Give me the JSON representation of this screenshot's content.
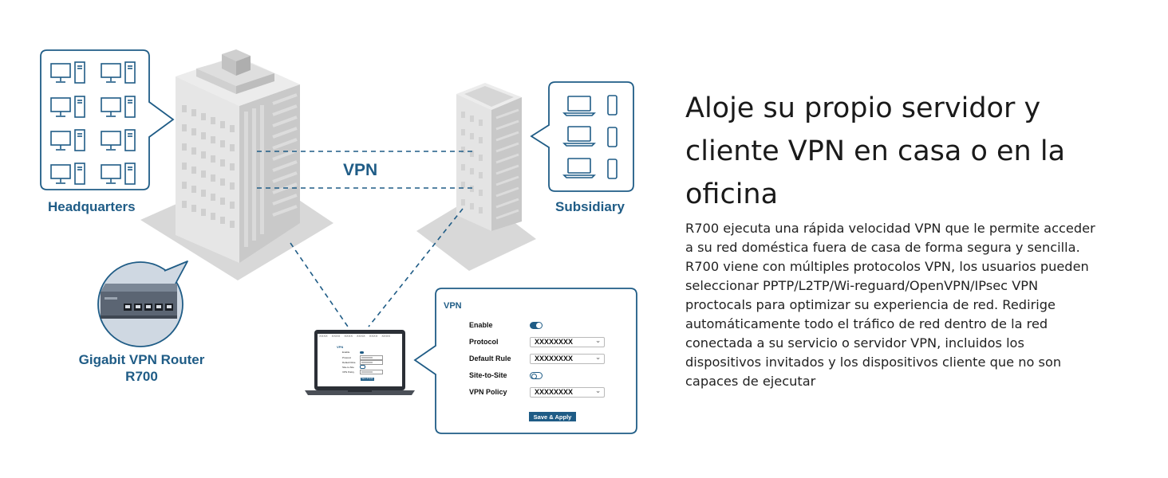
{
  "diagram": {
    "headquarters_label": "Headquarters",
    "subsidiary_label": "Subsidiary",
    "vpn_label": "VPN",
    "router_label_line1": "Gigabit VPN Router",
    "router_label_line2": "R700"
  },
  "vpn_panel": {
    "title": "VPN",
    "rows": [
      {
        "label": "Enable",
        "control": "toggle",
        "state": "on"
      },
      {
        "label": "Protocol",
        "control": "select",
        "value": "XXXXXXXX"
      },
      {
        "label": "Default Rule",
        "control": "select",
        "value": "XXXXXXXX"
      },
      {
        "label": "Site-to-Site",
        "control": "toggle",
        "state": "off"
      },
      {
        "label": "VPN Policy",
        "control": "select",
        "value": "XXXXXXXX"
      }
    ],
    "save_label": "Save & Apply"
  },
  "laptop_screen": {
    "nav": [
      "XXXX",
      "XXXX",
      "XXXX",
      "XXXX",
      "XXXX",
      "XXXX"
    ],
    "title": "VPN",
    "rows": [
      {
        "label": "Enable",
        "value": ""
      },
      {
        "label": "Protocol",
        "value": "XXXXXXX"
      },
      {
        "label": "Default Rule",
        "value": "XXXXXXX"
      },
      {
        "label": "Site-to-Site",
        "value": ""
      },
      {
        "label": "VPN Policy",
        "value": "XXXXXXX"
      }
    ],
    "save_label": "Save & Apply"
  },
  "content": {
    "heading": "Aloje su propio servidor y cliente VPN en casa o en la oficina",
    "body": "R700 ejecuta una rápida velocidad VPN que le permite acceder a su red doméstica fuera de casa de forma segura y sencilla. R700 viene con múltiples protocolos VPN, los usuarios pueden seleccionar PPTP/L2TP/Wi-reguard/OpenVPN/IPsec VPN proctocals para optimizar su experiencia de red. Redirige automáticamente todo el tráfico de red dentro de la red conectada a su servicio o servidor VPN, incluidos los dispositivos invitados y los dispositivos cliente que no son capaces de ejecutar"
  },
  "colors": {
    "accent": "#1f5c86",
    "building_light": "#e3e3e3",
    "building_mid": "#cfcfcf",
    "building_dark": "#b5b5b5",
    "shadow": "#d6d6d6",
    "text": "#1a1a1a"
  },
  "icons": [
    "desktop-icon",
    "laptop-icon",
    "phone-icon",
    "router-icon",
    "laptop-device-icon"
  ]
}
